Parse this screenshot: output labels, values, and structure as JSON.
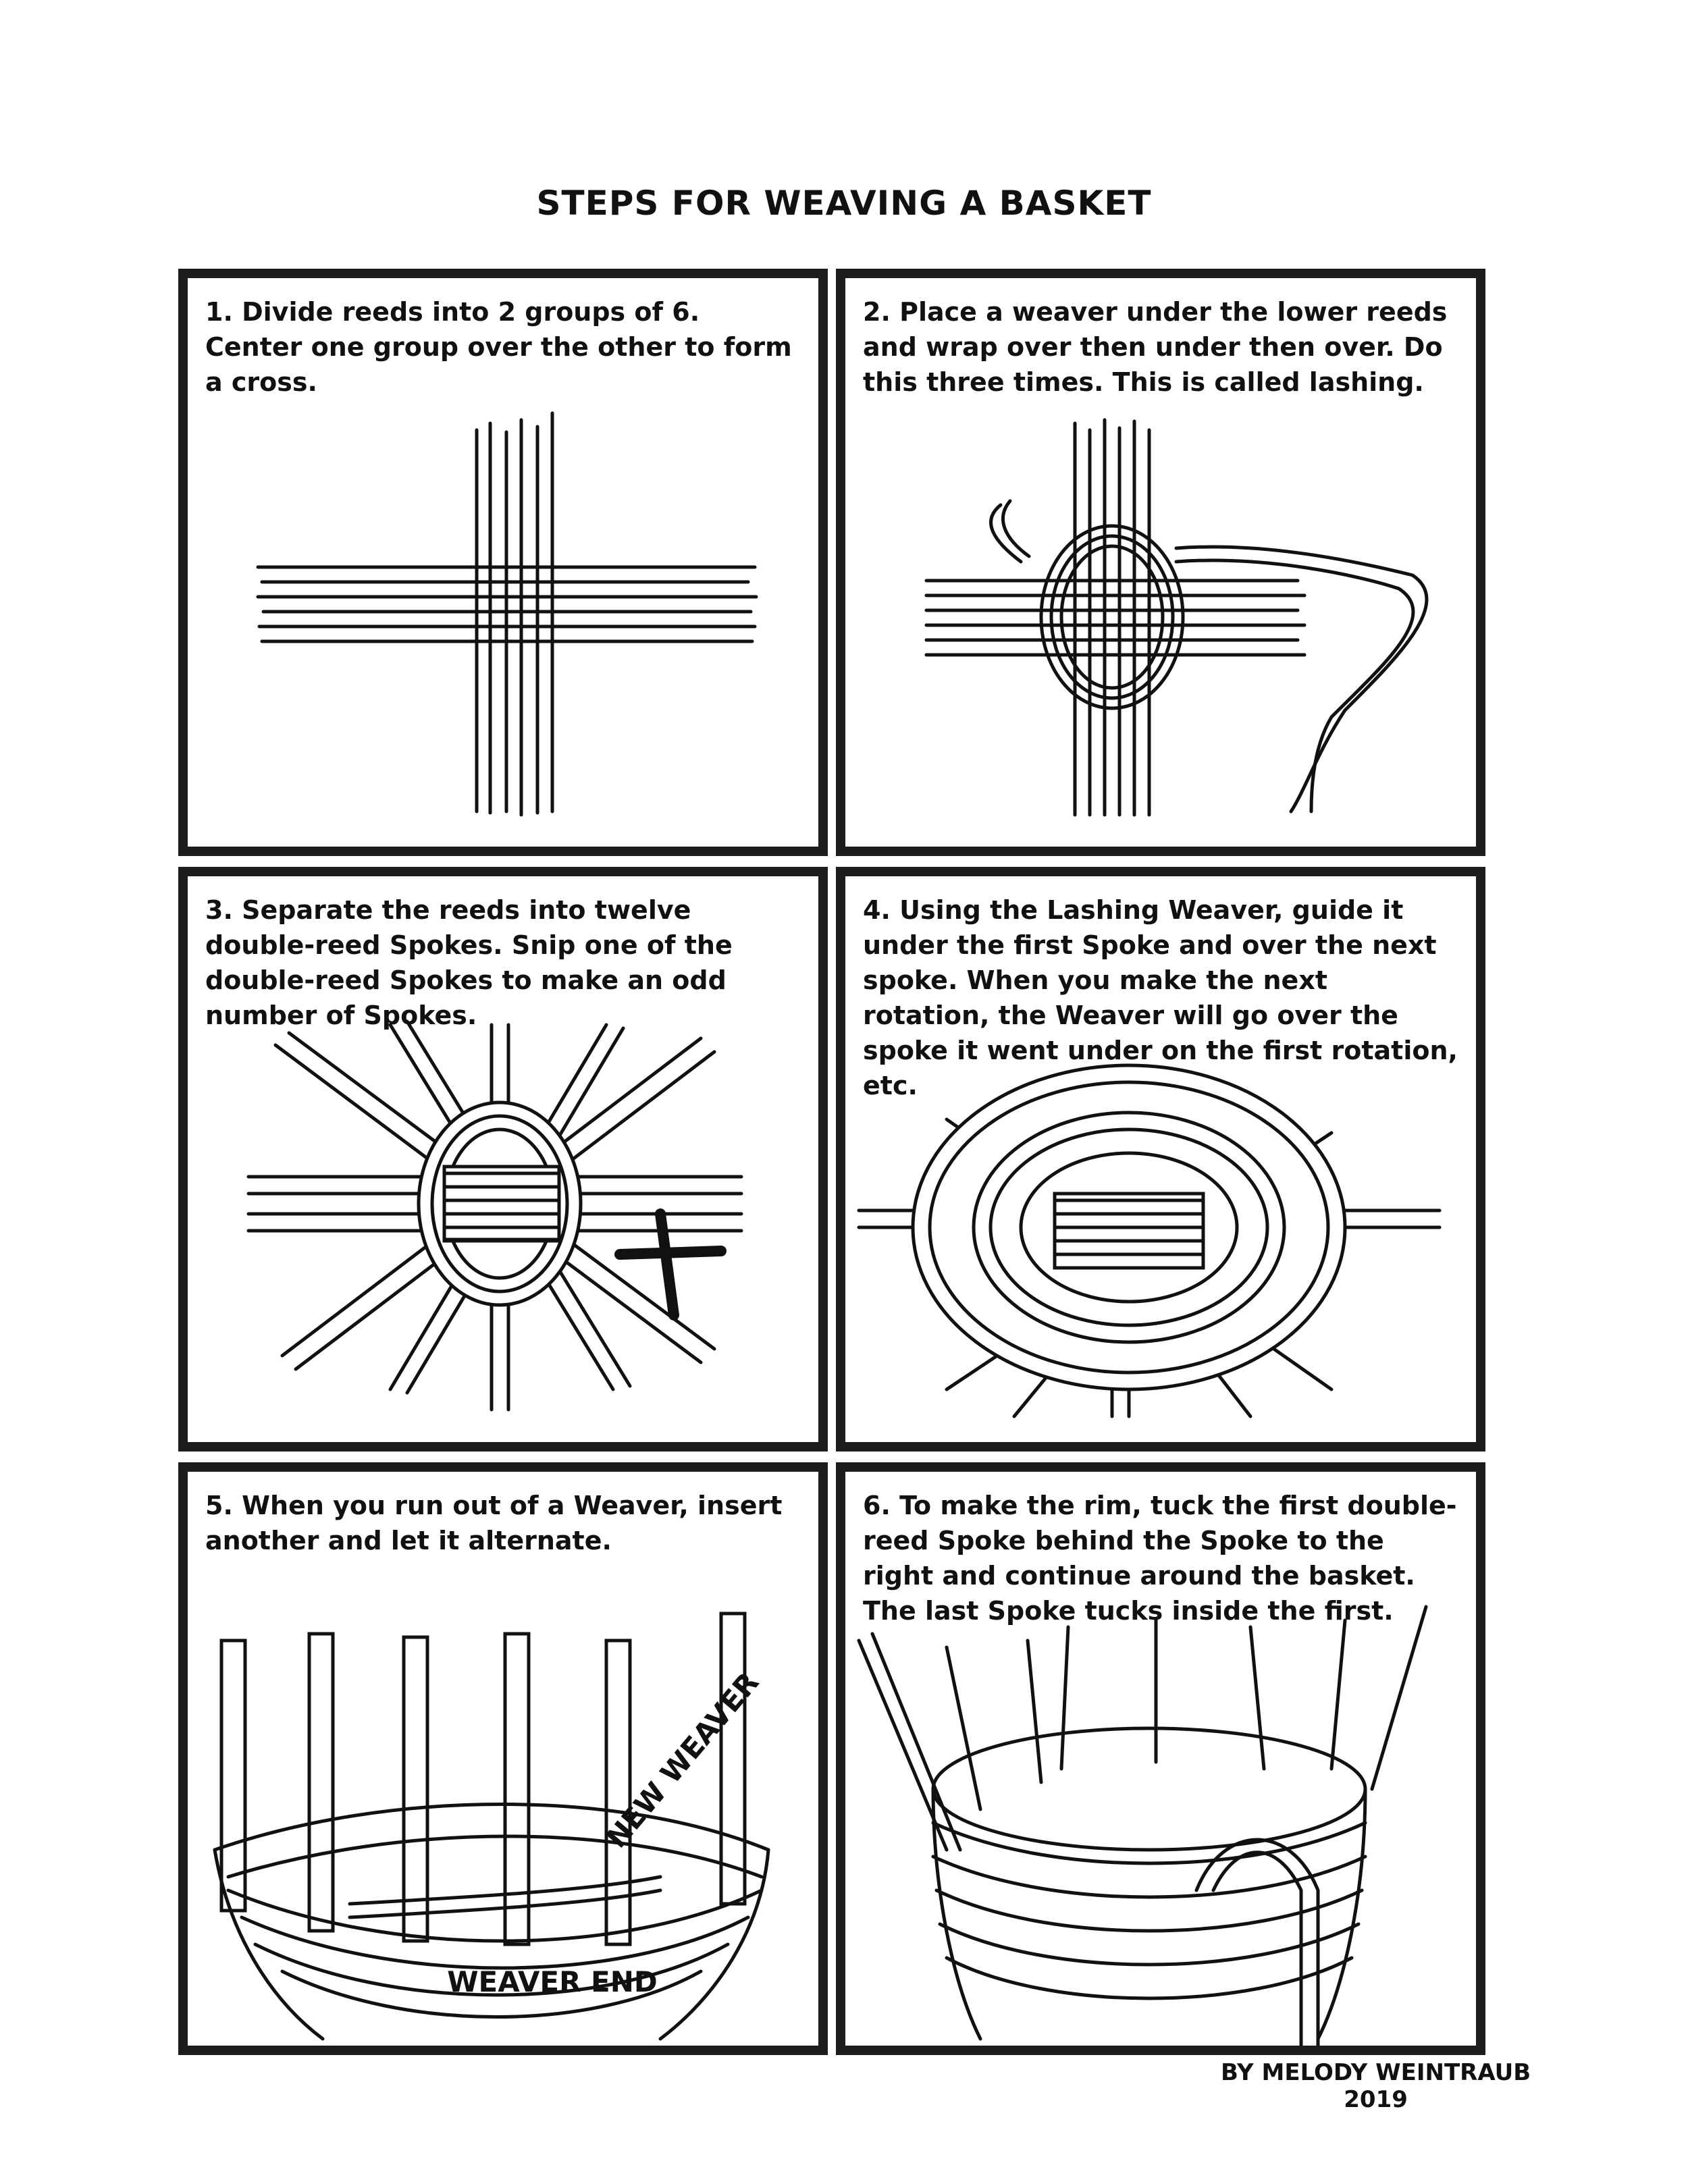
{
  "title": "STEPS FOR WEAVING A BASKET",
  "panels": [
    {
      "text": "1. Divide reeds into 2 groups of 6. Center one group over the other to form a cross."
    },
    {
      "text": "2. Place a weaver under the lower reeds and wrap over then under then over. Do this three times. This is called lashing."
    },
    {
      "text": "3. Separate the reeds into twelve double-reed Spokes. Snip one of the double-reed Spokes to make an odd number of Spokes."
    },
    {
      "text": "4. Using the Lashing Weaver, guide it under the first Spoke and over the next spoke. When you make the next rotation, the Weaver will go over the spoke it went under on the first rotation, etc."
    },
    {
      "text": "5. When you run out of a Weaver, insert another and let it alternate.",
      "labels": {
        "new_weaver": "NEW WEAVER",
        "weaver_end": "WEAVER END"
      }
    },
    {
      "text": "6. To make the rim, tuck the first double-reed Spoke behind the Spoke to the right and continue around the basket. The last Spoke tucks inside the first."
    }
  ],
  "credit": {
    "name": "BY MELODY WEINTRAUB",
    "year": "2019"
  }
}
